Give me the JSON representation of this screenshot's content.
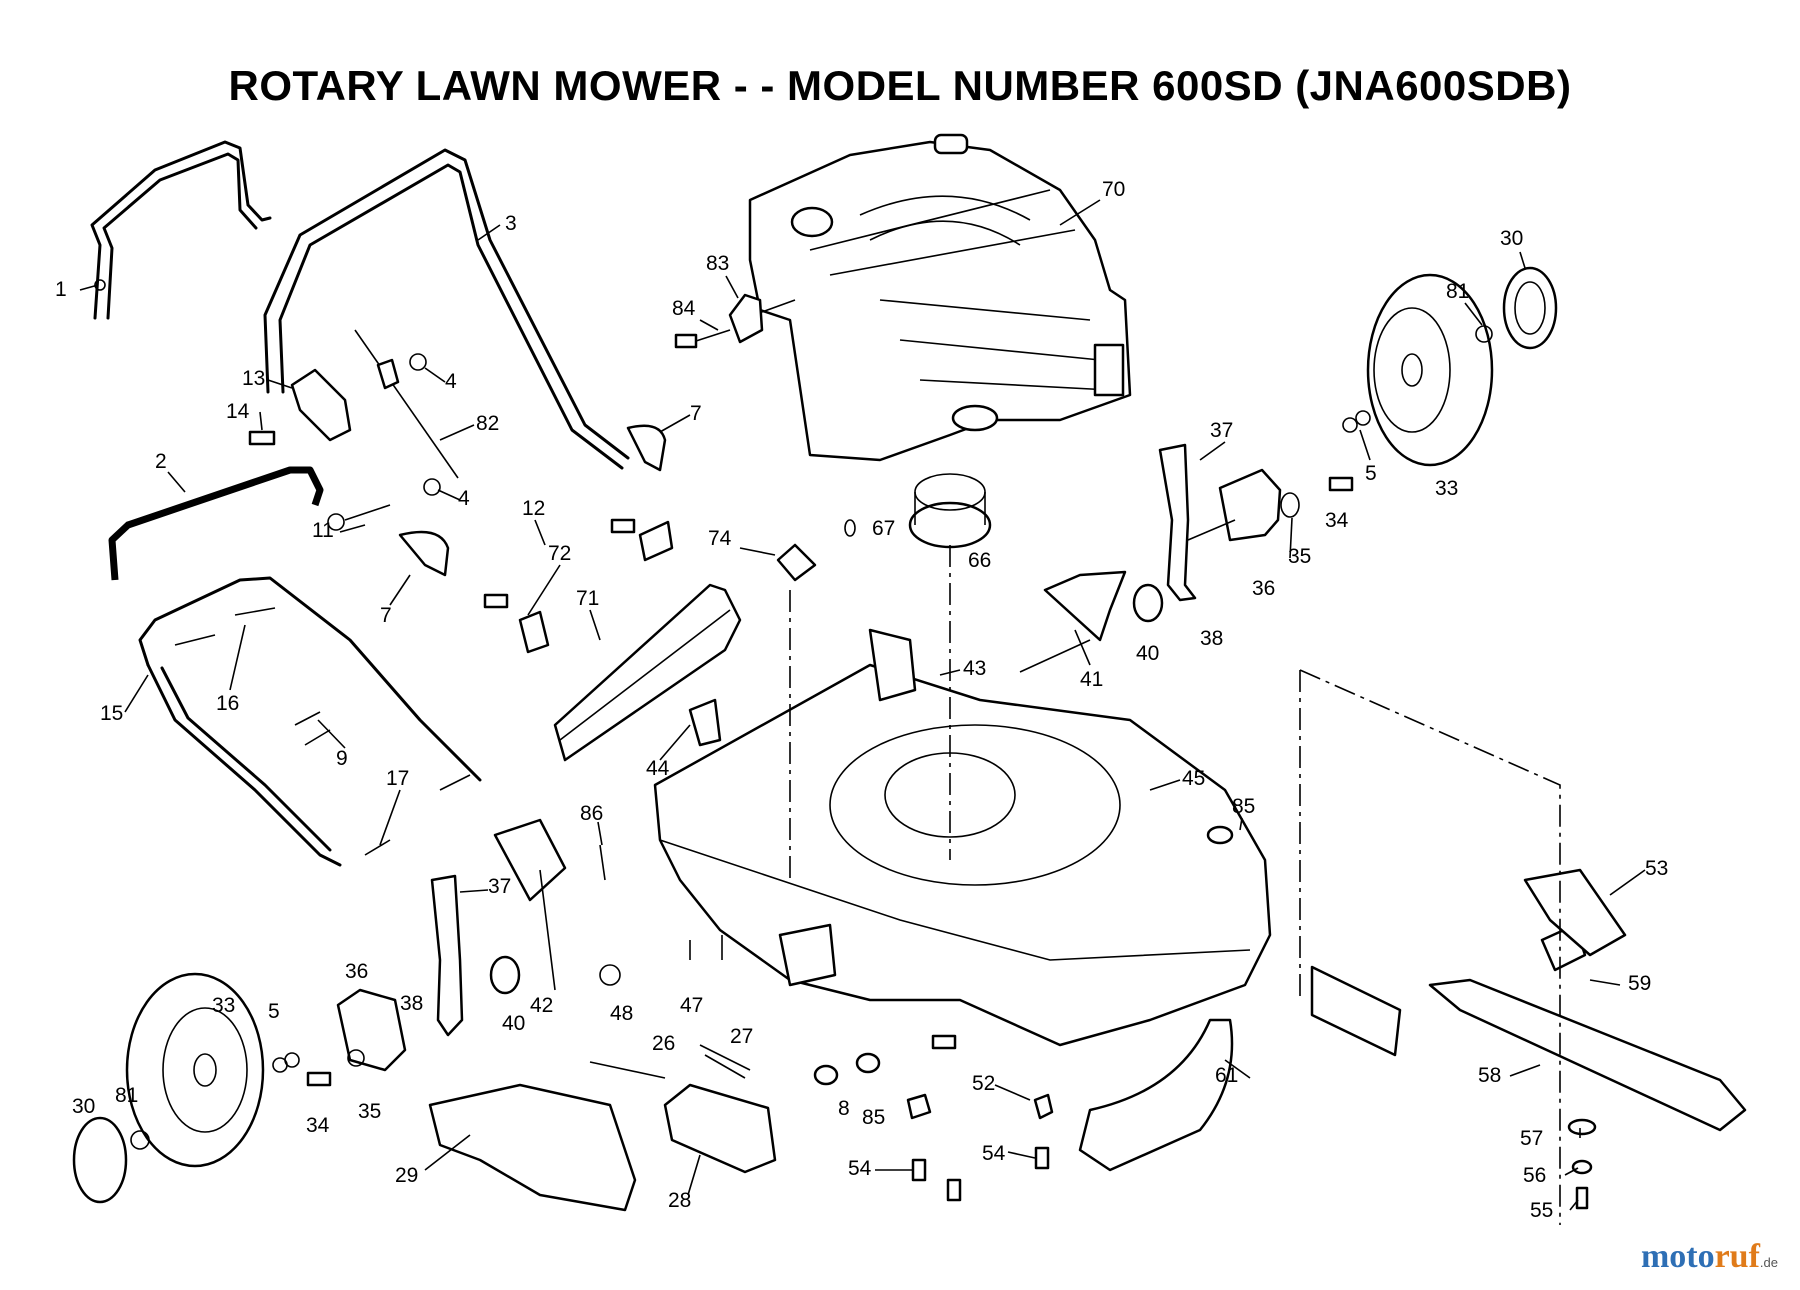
{
  "title": "ROTARY LAWN MOWER - - MODEL NUMBER 600SD (JNA600SDB)",
  "watermark": {
    "part1": "moto",
    "part2": "ruf",
    "tld": ".de"
  },
  "callouts": [
    {
      "id": "c1",
      "text": "1"
    },
    {
      "id": "c3",
      "text": "3"
    },
    {
      "id": "c70",
      "text": "70"
    },
    {
      "id": "c30a",
      "text": "30"
    },
    {
      "id": "c83",
      "text": "83"
    },
    {
      "id": "c84",
      "text": "84"
    },
    {
      "id": "c81a",
      "text": "81"
    },
    {
      "id": "c13",
      "text": "13"
    },
    {
      "id": "c4a",
      "text": "4"
    },
    {
      "id": "c14",
      "text": "14"
    },
    {
      "id": "c82",
      "text": "82"
    },
    {
      "id": "c7a",
      "text": "7"
    },
    {
      "id": "c37a",
      "text": "37"
    },
    {
      "id": "c2",
      "text": "2"
    },
    {
      "id": "c5a",
      "text": "5"
    },
    {
      "id": "c33a",
      "text": "33"
    },
    {
      "id": "c4b",
      "text": "4"
    },
    {
      "id": "c12",
      "text": "12"
    },
    {
      "id": "c67",
      "text": "67"
    },
    {
      "id": "c34a",
      "text": "34"
    },
    {
      "id": "c11",
      "text": "11"
    },
    {
      "id": "c74",
      "text": "74"
    },
    {
      "id": "c66",
      "text": "66"
    },
    {
      "id": "c35a",
      "text": "35"
    },
    {
      "id": "c72",
      "text": "72"
    },
    {
      "id": "c36a",
      "text": "36"
    },
    {
      "id": "c7b",
      "text": "7"
    },
    {
      "id": "c71",
      "text": "71"
    },
    {
      "id": "c38a",
      "text": "38"
    },
    {
      "id": "c43",
      "text": "43"
    },
    {
      "id": "c40a",
      "text": "40"
    },
    {
      "id": "c41",
      "text": "41"
    },
    {
      "id": "c16",
      "text": "16"
    },
    {
      "id": "c15",
      "text": "15"
    },
    {
      "id": "c9",
      "text": "9"
    },
    {
      "id": "c44",
      "text": "44"
    },
    {
      "id": "c45",
      "text": "45"
    },
    {
      "id": "c17",
      "text": "17"
    },
    {
      "id": "c86",
      "text": "86"
    },
    {
      "id": "c85a",
      "text": "85"
    },
    {
      "id": "c53",
      "text": "53"
    },
    {
      "id": "c37b",
      "text": "37"
    },
    {
      "id": "c36b",
      "text": "36"
    },
    {
      "id": "c42",
      "text": "42"
    },
    {
      "id": "c40b",
      "text": "40"
    },
    {
      "id": "c38b",
      "text": "38"
    },
    {
      "id": "c48",
      "text": "48"
    },
    {
      "id": "c47",
      "text": "47"
    },
    {
      "id": "c59",
      "text": "59"
    },
    {
      "id": "c33b",
      "text": "33"
    },
    {
      "id": "c5b",
      "text": "5"
    },
    {
      "id": "c26",
      "text": "26"
    },
    {
      "id": "c27",
      "text": "27"
    },
    {
      "id": "c61",
      "text": "61"
    },
    {
      "id": "c58",
      "text": "58"
    },
    {
      "id": "c34b",
      "text": "34"
    },
    {
      "id": "c35b",
      "text": "35"
    },
    {
      "id": "c8",
      "text": "8"
    },
    {
      "id": "c85b",
      "text": "85"
    },
    {
      "id": "c52",
      "text": "52"
    },
    {
      "id": "c30b",
      "text": "30"
    },
    {
      "id": "c81b",
      "text": "81"
    },
    {
      "id": "c57",
      "text": "57"
    },
    {
      "id": "c54a",
      "text": "54"
    },
    {
      "id": "c54b",
      "text": "54"
    },
    {
      "id": "c56",
      "text": "56"
    },
    {
      "id": "c29",
      "text": "29"
    },
    {
      "id": "c28",
      "text": "28"
    },
    {
      "id": "c55",
      "text": "55"
    }
  ]
}
